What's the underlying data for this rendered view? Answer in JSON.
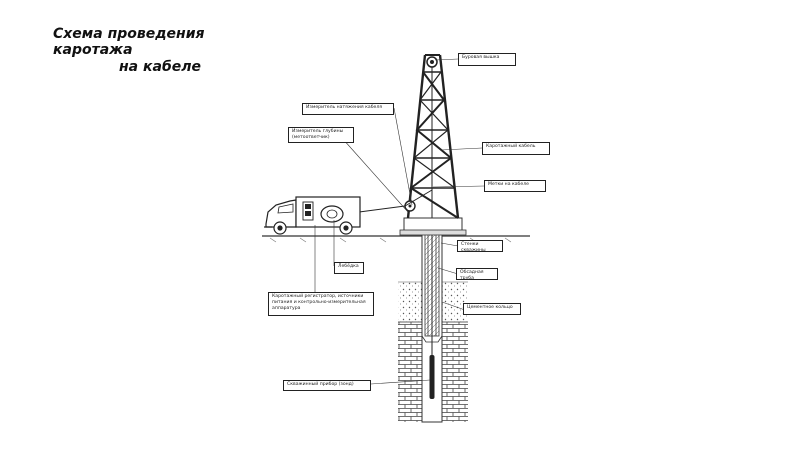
{
  "title": {
    "line1": "Схема проведения",
    "line2": "каротажа",
    "line3": "на кабеле"
  },
  "labels": {
    "derrick": "Буровая вышка",
    "cable_meter": "Измеритель натяжения кабеля",
    "depth_meter": "Измеритель глубины (метоответчик)",
    "logging_cable": "Каротажный кабель",
    "cable_mark": "Метки на кабеле",
    "well_wall": "Стенки скважины",
    "casing": "Обсадная труба",
    "winch": "Лебёдка",
    "cement_ring": "Цементное кольцо",
    "logging_recorder": "Каротажный регистратор, источники питания и контрольно-измерительная аппаратура",
    "downhole_tool": "Скважинный прибор (зонд)"
  },
  "colors": {
    "ink": "#222222",
    "title": "#111111",
    "background": "#ffffff"
  }
}
